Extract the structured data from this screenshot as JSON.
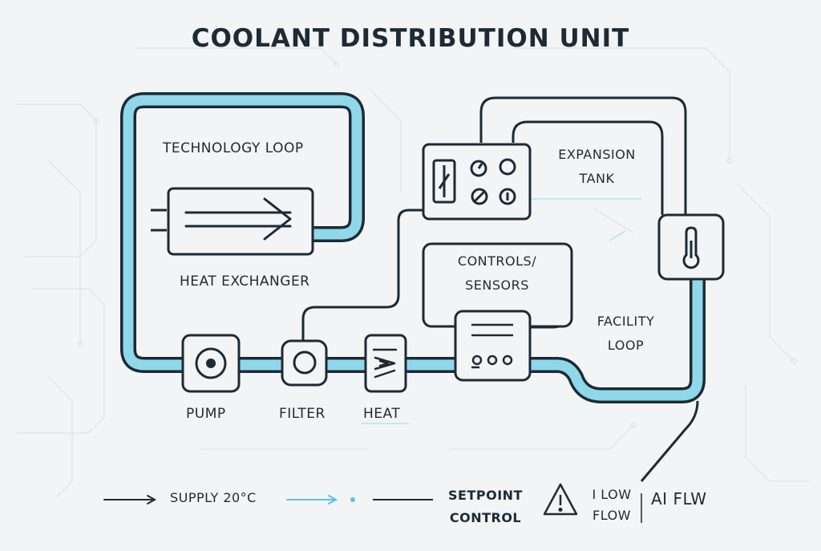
{
  "title": "COOLANT DISTRIBUTION UNIT",
  "colors": {
    "background": "#f3f4f5",
    "line": "#1d2a35",
    "coolant_fill": "#8fd8ea",
    "accent": "#5bc3df",
    "circuit_trace": "#e1e5e8"
  },
  "technology_loop": {
    "label": "TECHNOLOGY  LOOP"
  },
  "heat_exchanger": {
    "label": "HEAT EXCHANGER",
    "icon": "arrow-right-icon"
  },
  "expansion_tank": {
    "label_line1": "EXPANSION",
    "label_line2": "TANK",
    "icon": "control-panel-icon"
  },
  "controls": {
    "label_line1": "CONTROLS/",
    "label_line2": "SENSORS"
  },
  "facility_loop": {
    "label_line1": "FACILITY",
    "label_line2": "LOOP"
  },
  "thermometer": {
    "icon": "thermometer-icon"
  },
  "components": {
    "pump": {
      "label": "PUMP",
      "icon": "pump-icon"
    },
    "filter": {
      "label": "FILTER",
      "icon": "filter-icon"
    },
    "heat": {
      "label": "HEAT",
      "icon": "heat-icon"
    },
    "controller": {
      "icon": "controller-icon"
    }
  },
  "legend": {
    "supply": "SUPPLY 20°C",
    "setpoint_line1": "SETPOINT",
    "setpoint_line2": "CONTROL",
    "low_flow_line1": "I LOW",
    "low_flow_line2": "FLOW",
    "ai_flw": "AI FLW",
    "warning_icon": "warning-icon"
  }
}
